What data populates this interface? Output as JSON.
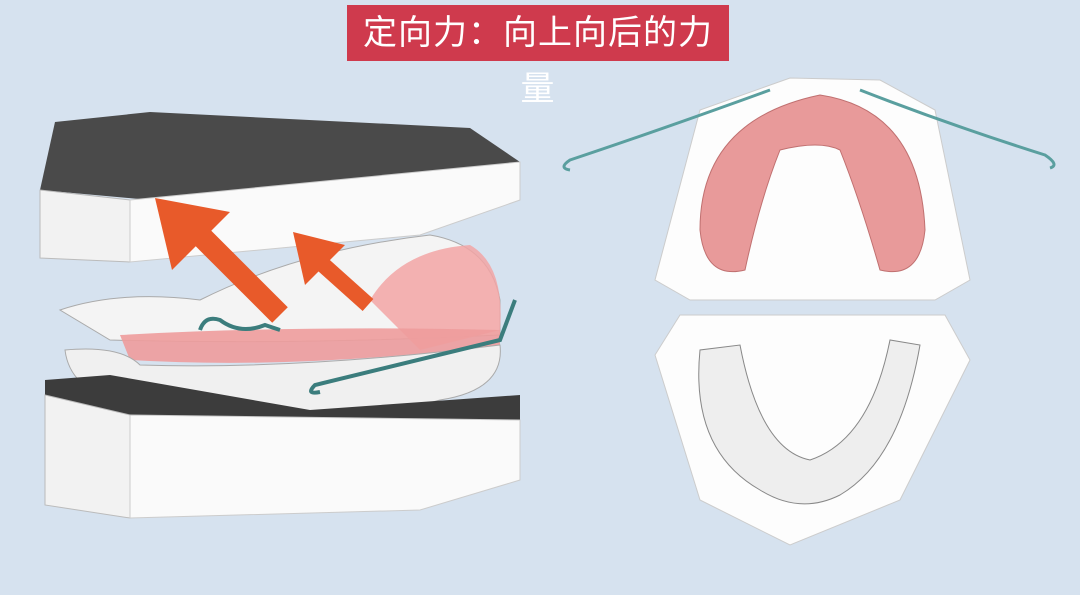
{
  "title": "定向力：向上向后的力量",
  "colors": {
    "background": "#d6e2ef",
    "title_bg": "#cf3a4d",
    "force_arrow": "#e85a2a",
    "appliance_pink": "#ef9a9a",
    "wire": "#4a8f8f"
  },
  "icons": [
    "force-arrow-large",
    "force-arrow-small"
  ]
}
